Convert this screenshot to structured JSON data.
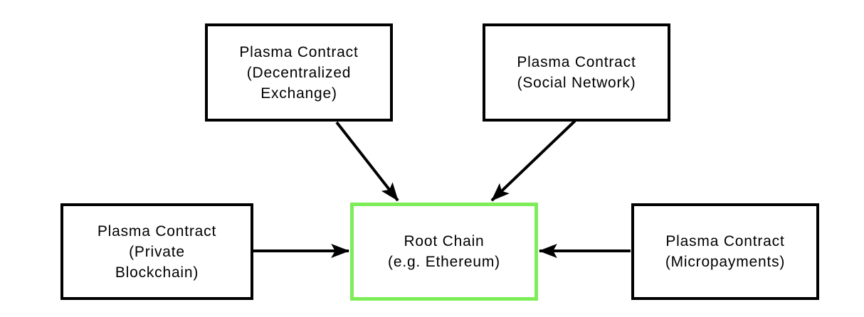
{
  "diagram": {
    "nodes": [
      {
        "id": "plasma-dex",
        "label": "Plasma Contract\n(Decentralized\nExchange)"
      },
      {
        "id": "plasma-social",
        "label": "Plasma Contract\n(Social Network)"
      },
      {
        "id": "plasma-private",
        "label": "Plasma Contract\n(Private\nBlockchain)"
      },
      {
        "id": "root-chain",
        "label": "Root Chain\n(e.g. Ethereum)"
      },
      {
        "id": "plasma-micropayments",
        "label": "Plasma Contract\n(Micropayments)"
      }
    ],
    "edges": [
      {
        "from": "plasma-dex",
        "to": "root-chain"
      },
      {
        "from": "plasma-social",
        "to": "root-chain"
      },
      {
        "from": "plasma-private",
        "to": "root-chain"
      },
      {
        "from": "plasma-micropayments",
        "to": "root-chain"
      }
    ]
  },
  "colors": {
    "node_border": "#000000",
    "root_chain_border": "#7ded57",
    "arrow": "#000000",
    "background": "#ffffff"
  }
}
